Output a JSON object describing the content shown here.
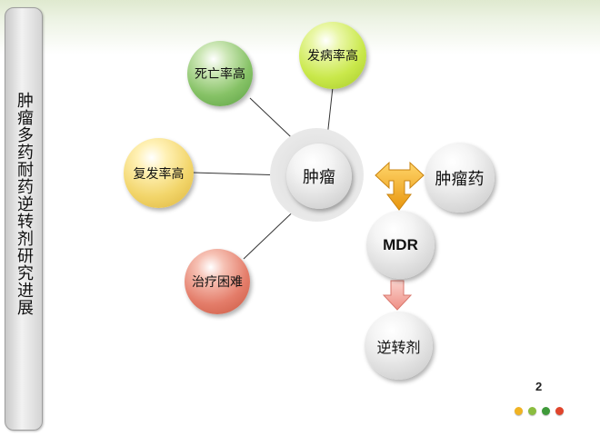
{
  "sidebar": {
    "title": "肿瘤多药耐药逆转剂研究进展"
  },
  "nodes": {
    "mortality": "死亡率高",
    "incidence": "发病率高",
    "recurrence": "复发率高",
    "treatment": "治疗困难",
    "tumor": "肿瘤",
    "tumor_drug": "肿瘤药",
    "mdr": "MDR",
    "reversal_agent": "逆转剂"
  },
  "page_number": "2",
  "colors": {
    "arrow_gold": "#f2a81d",
    "arrow_pink": "#f4a9a0",
    "dots": [
      "#f0b323",
      "#8bbd3f",
      "#3f9a3a",
      "#e0452c"
    ]
  }
}
